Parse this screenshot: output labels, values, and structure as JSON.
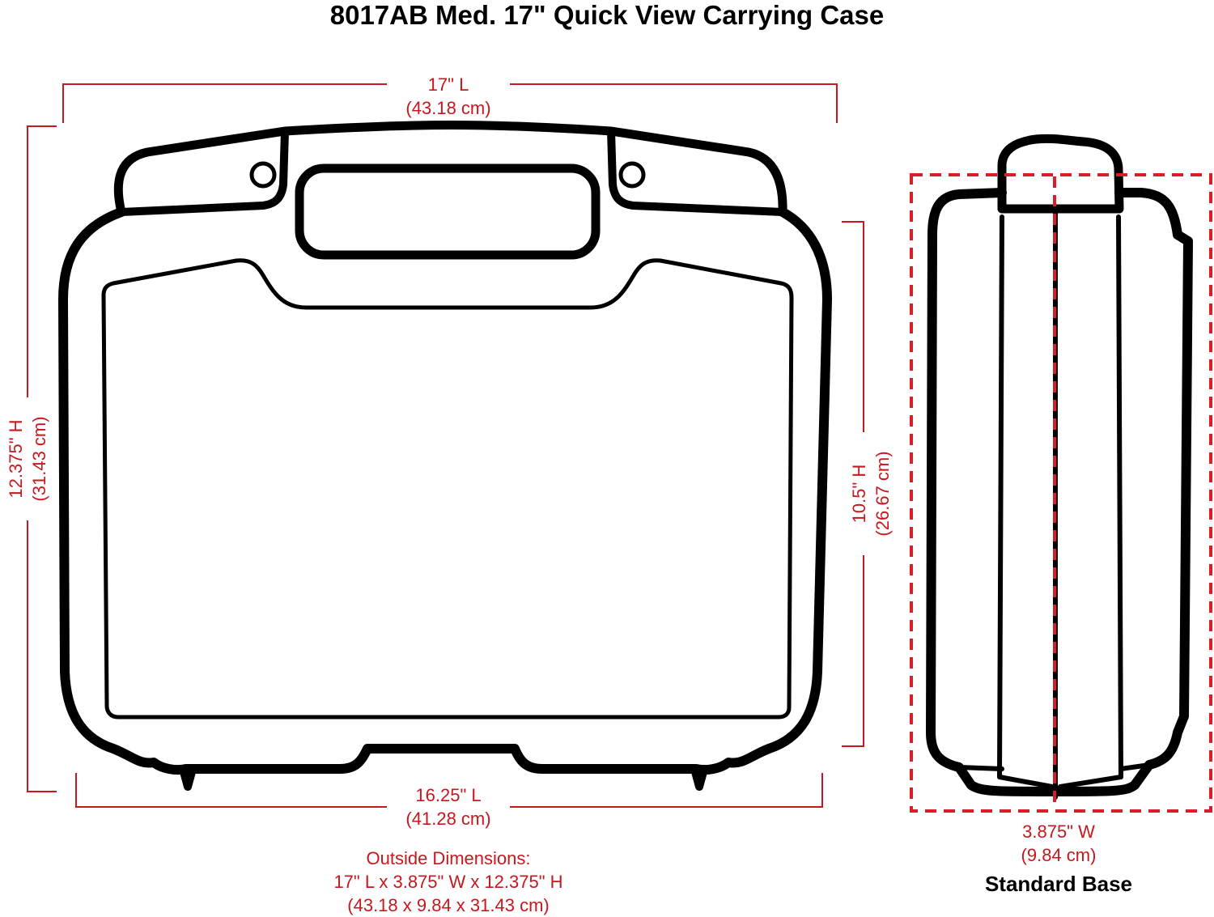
{
  "title": "8017AB Med. 17\" Quick View Carrying Case",
  "colors": {
    "dimension_red": "#c8171e",
    "outline_black": "#000000",
    "background": "#ffffff"
  },
  "front_view": {
    "top_length": {
      "imperial": "17\" L",
      "metric": "(43.18 cm)"
    },
    "bottom_length": {
      "imperial": "16.25\" L",
      "metric": "(41.28 cm)"
    },
    "overall_height": {
      "imperial": "12.375\" H",
      "metric": "(31.43 cm)"
    },
    "body_height": {
      "imperial": "10.5\" H",
      "metric": "(26.67 cm)"
    }
  },
  "side_view": {
    "width": {
      "imperial": "3.875\" W",
      "metric": "(9.84 cm)"
    },
    "caption": "Standard Base"
  },
  "outside_dimensions": {
    "heading": "Outside Dimensions:",
    "imperial": "17\" L x 3.875\" W x 12.375\" H",
    "metric": "(43.18 x 9.84 x 31.43 cm)"
  }
}
